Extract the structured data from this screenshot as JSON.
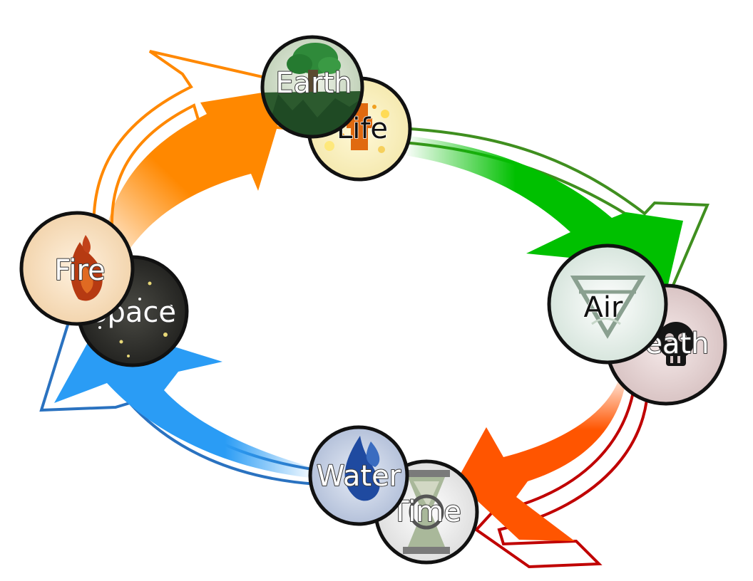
{
  "nodes": [
    {
      "key": "earth",
      "label": "Earth",
      "icon": "tree-icon",
      "tone": "light"
    },
    {
      "key": "life",
      "label": "Life",
      "icon": "life-sun-icon",
      "tone": "dark"
    },
    {
      "key": "air",
      "label": "Air",
      "icon": "air-triangle-icon",
      "tone": "dark"
    },
    {
      "key": "death",
      "label": "Death",
      "icon": "skull-icon",
      "tone": "light"
    },
    {
      "key": "water",
      "label": "Water",
      "icon": "water-drop-icon",
      "tone": "light"
    },
    {
      "key": "time",
      "label": "Time",
      "icon": "hourglass-icon",
      "tone": "light"
    },
    {
      "key": "fire",
      "label": "Fire",
      "icon": "flame-icon",
      "tone": "light"
    },
    {
      "key": "space",
      "label": "Space",
      "icon": "stars-icon",
      "tone": "light"
    }
  ],
  "arrows": [
    {
      "key": "fire-to-earth",
      "color": "#ff8800",
      "outline": "#ff8800"
    },
    {
      "key": "life-to-air",
      "color": "#00c000",
      "outline": "#3f8f1f"
    },
    {
      "key": "death-to-time",
      "color": "#ff5500",
      "outline": "#c00000"
    },
    {
      "key": "water-to-space",
      "color": "#2a9cf5",
      "outline": "#2a72c0"
    }
  ]
}
